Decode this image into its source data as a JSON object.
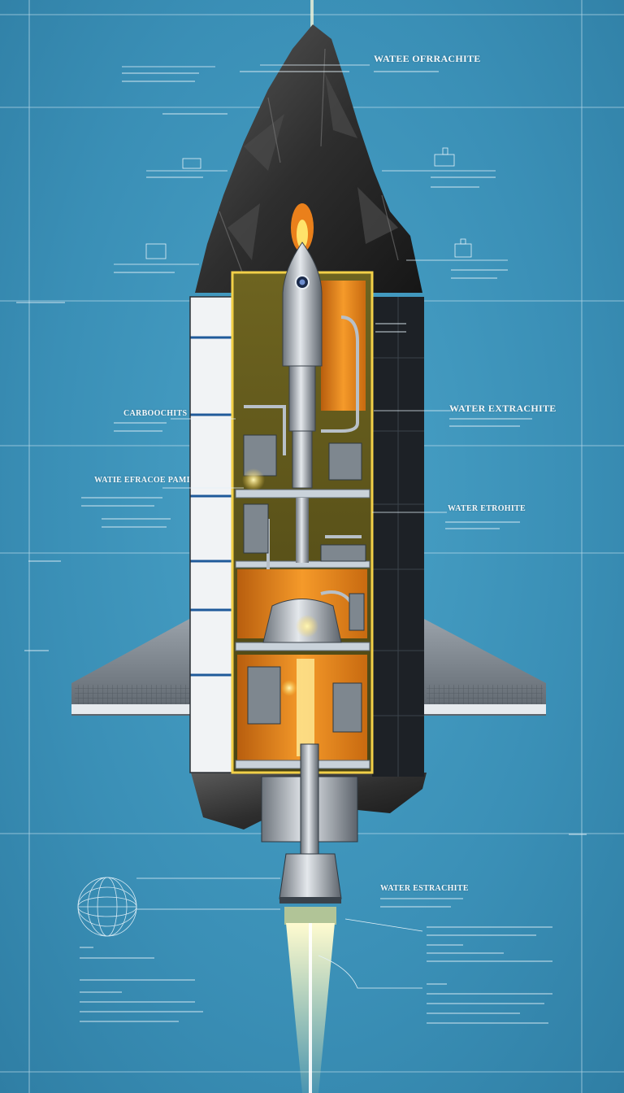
{
  "labels": {
    "top_right": "WATEE OFRRACHITE",
    "left_mid": "CARBOOCHITS",
    "right_mid": "WATER EXTRACHITE",
    "left_lower": "WATIE EFRACOE PAMI",
    "right_lower": "WATER ETROHITE",
    "bottom_right": "WATER ESTRACHITE"
  },
  "colors": {
    "background": "#3e93b9",
    "blueprint_line": "#d8ecf6",
    "rock": "#2b2b2b",
    "hull_white": "#f1f3f5",
    "hull_dark": "#1d2126",
    "interior_orange": "#f08a1c",
    "trim_yellow": "#f2d048",
    "exhaust": "#fff4a8"
  },
  "icons": [
    "wireframe-globe-icon",
    "rocket-nose-icon",
    "engine-nozzle-icon"
  ]
}
